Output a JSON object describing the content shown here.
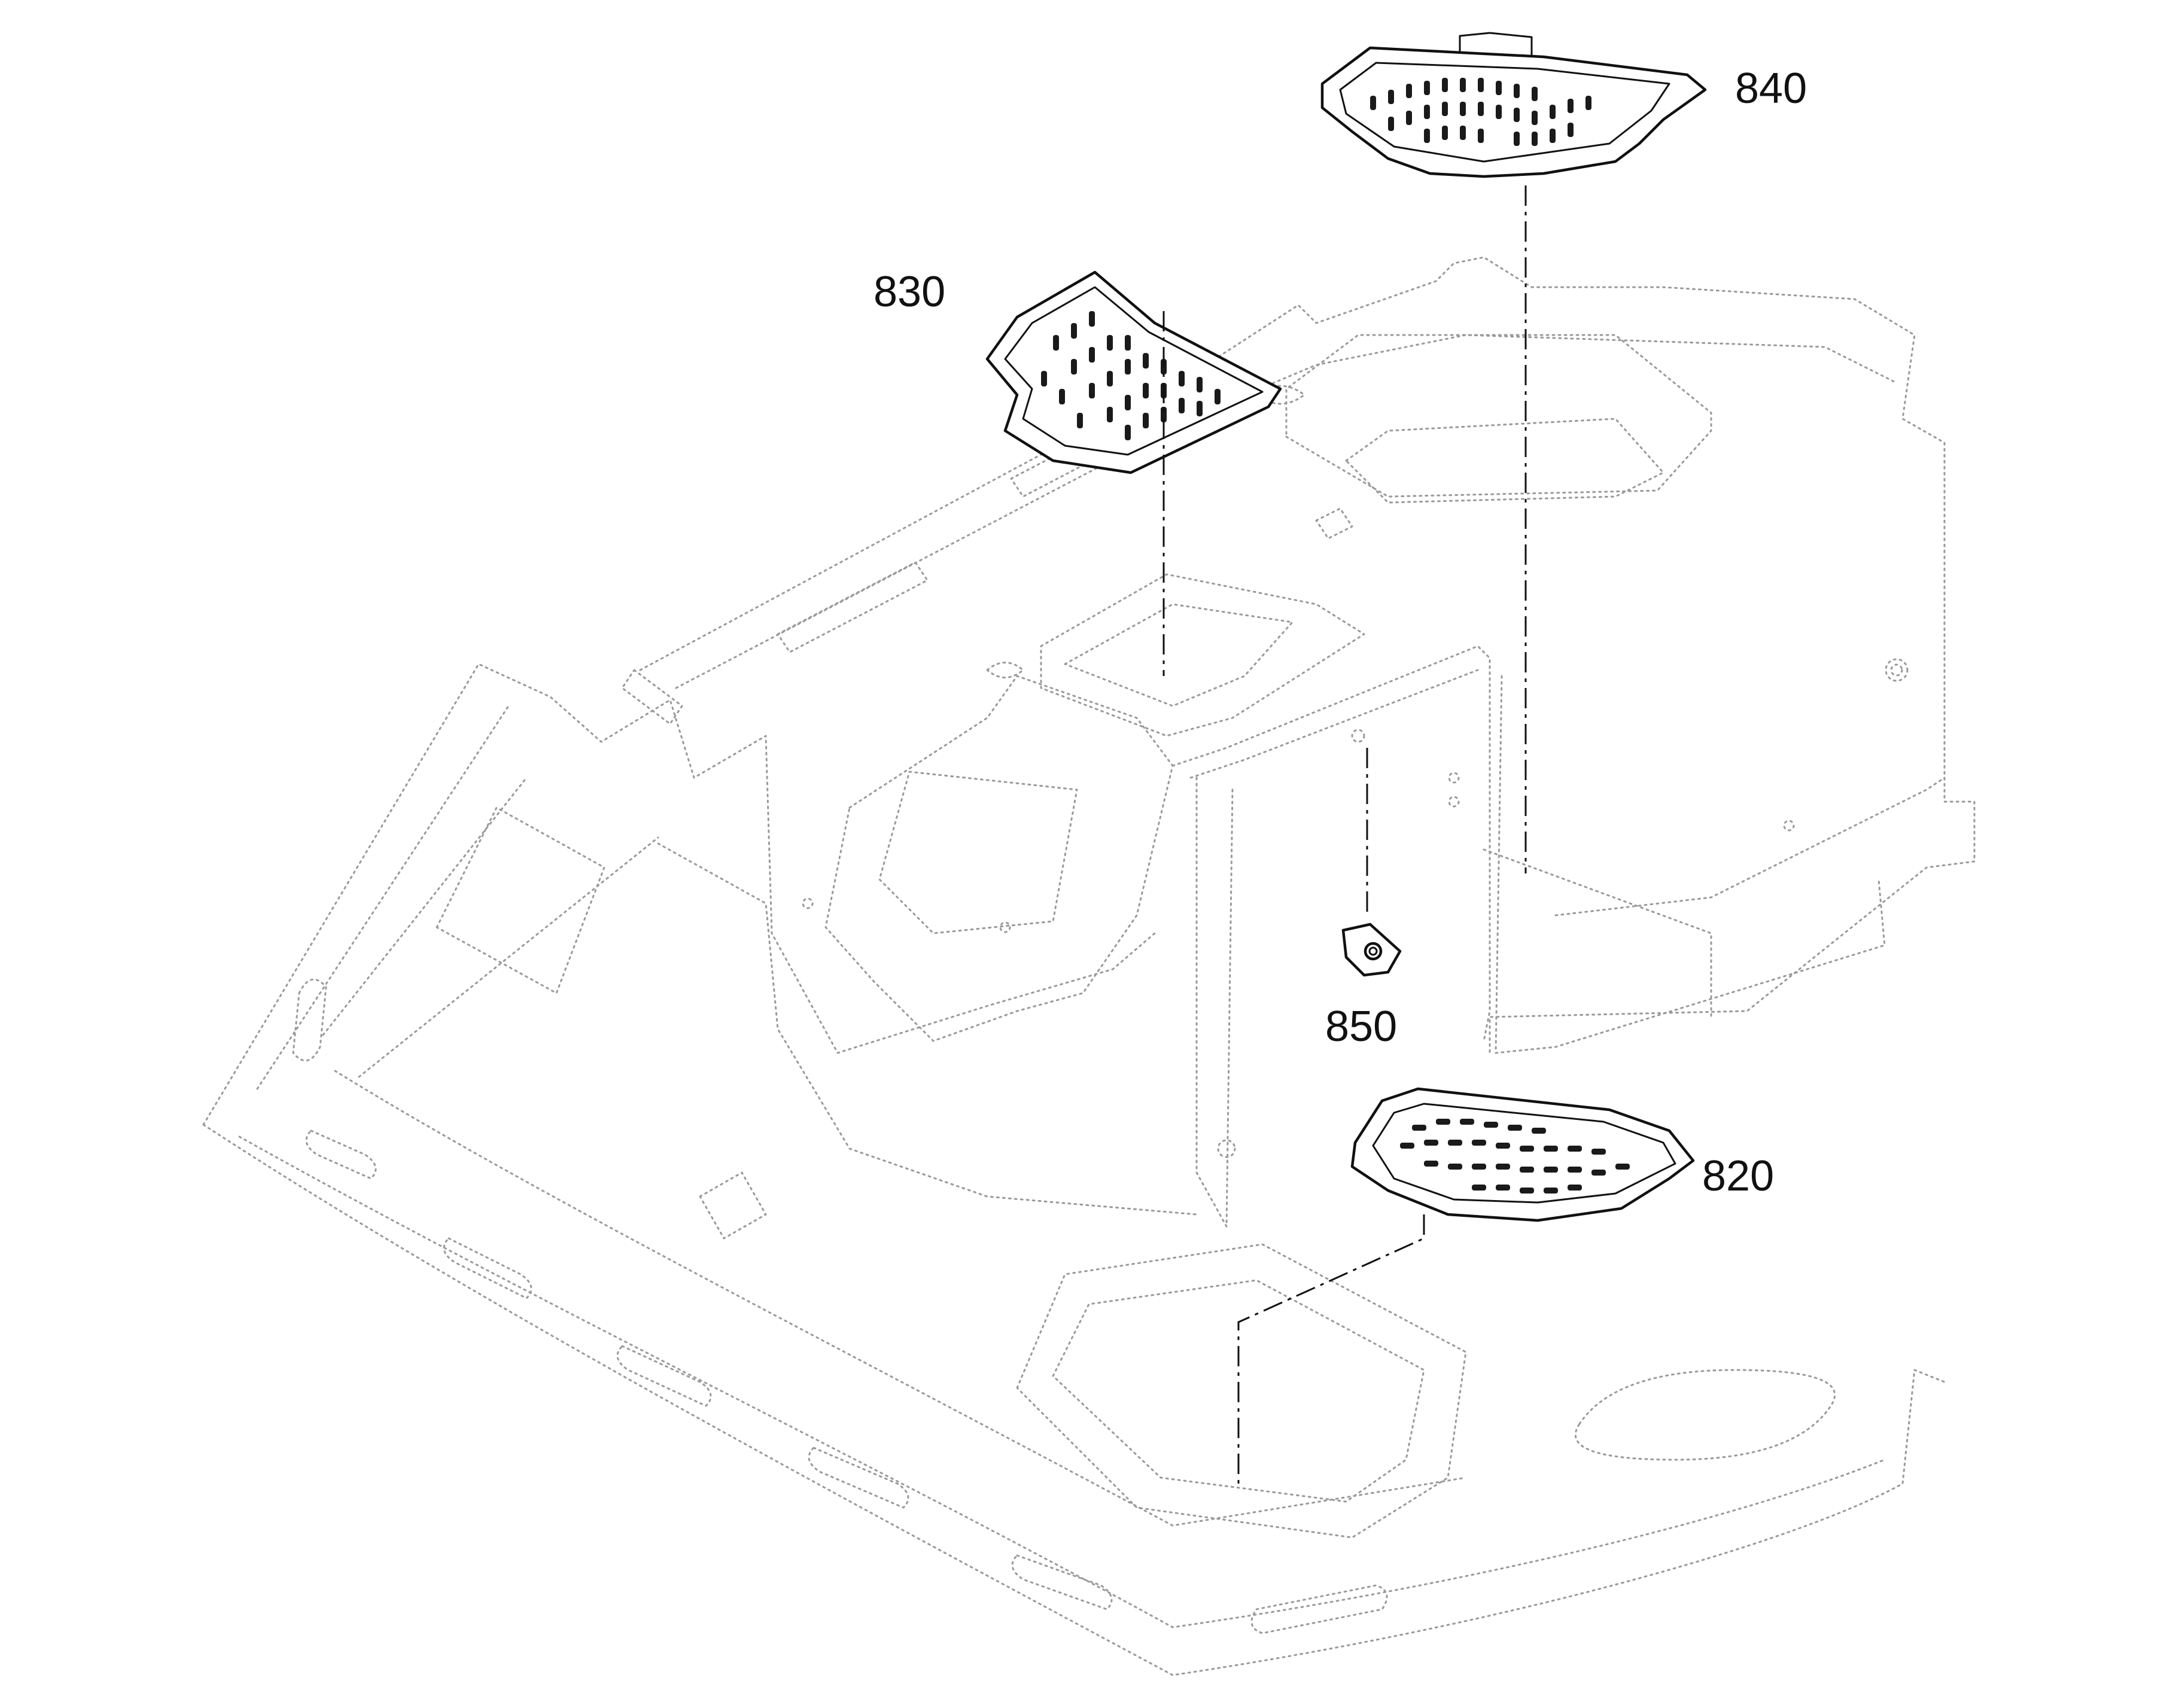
{
  "diagram": {
    "parts": [
      {
        "id": "830",
        "label": "830"
      },
      {
        "id": "840",
        "label": "840"
      },
      {
        "id": "850",
        "label": "850"
      },
      {
        "id": "820",
        "label": "820"
      }
    ],
    "colors": {
      "ink": "#111111",
      "body_outline": "#9a9a9a",
      "background": "#ffffff"
    }
  }
}
